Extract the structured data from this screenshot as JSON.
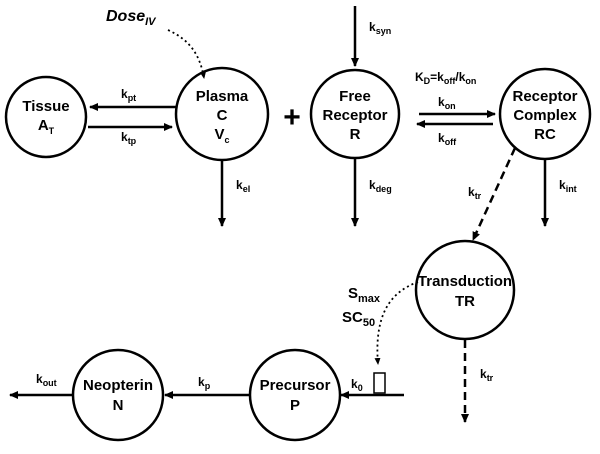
{
  "nodes": {
    "tissue": {
      "line1": "Tissue",
      "line2_main": "A",
      "line2_sub": "T"
    },
    "plasma": {
      "line1": "Plasma",
      "line2": "C",
      "line3_main": "V",
      "line3_sub": "c"
    },
    "free_receptor": {
      "line1": "Free",
      "line2": "Receptor",
      "line3": "R"
    },
    "receptor_complex": {
      "line1": "Receptor",
      "line2": "Complex",
      "line3": "RC"
    },
    "transduction": {
      "line1": "Transduction",
      "line2": "TR"
    },
    "precursor": {
      "line1": "Precursor",
      "line2": "P"
    },
    "neopterin": {
      "line1": "Neopterin",
      "line2": "N"
    }
  },
  "labels": {
    "dose_main": "Dose",
    "dose_sub": "IV",
    "plus": "+",
    "kpt": {
      "main": "k",
      "sub": "pt"
    },
    "ktp": {
      "main": "k",
      "sub": "tp"
    },
    "kel": {
      "main": "k",
      "sub": "el"
    },
    "ksyn": {
      "main": "k",
      "sub": "syn"
    },
    "kdeg": {
      "main": "k",
      "sub": "deg"
    },
    "kon": {
      "main": "k",
      "sub": "on"
    },
    "koff": {
      "main": "k",
      "sub": "off"
    },
    "kd_eq": {
      "k1": "K",
      "k1sub": "D",
      "eq": "=k",
      "k2sub": "off",
      "slash": "/k",
      "k3sub": "on"
    },
    "kint": {
      "main": "k",
      "sub": "int"
    },
    "ktr1": {
      "main": "k",
      "sub": "tr"
    },
    "ktr2": {
      "main": "k",
      "sub": "tr"
    },
    "smax": {
      "main": "S",
      "sub": "max"
    },
    "sc50": {
      "main": "SC",
      "sub": "50"
    },
    "k0": {
      "main": "k",
      "sub": "0"
    },
    "kp": {
      "main": "k",
      "sub": "p"
    },
    "kout": {
      "main": "k",
      "sub": "out"
    }
  }
}
